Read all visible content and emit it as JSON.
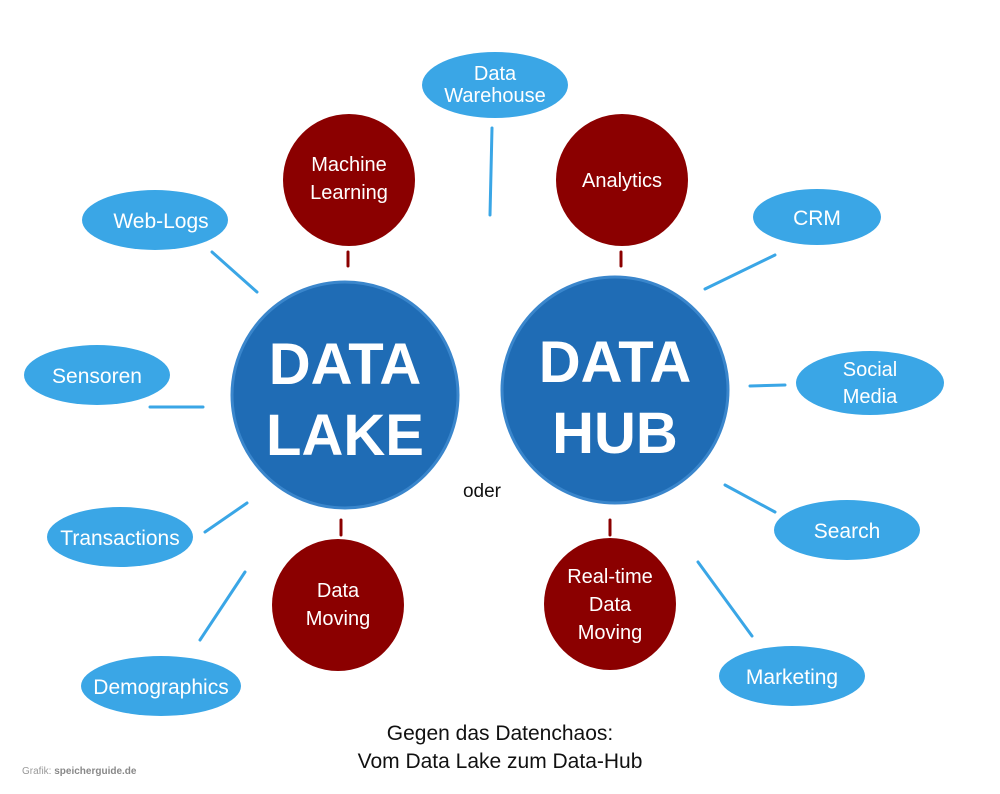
{
  "colors": {
    "main_circle": "#1f6cb5",
    "main_circle_edge": "#3a86cc",
    "red_circle": "#8b0000",
    "blue_oval": "#3aa6e6",
    "blue_line": "#3aa6e6",
    "red_line": "#8b0000",
    "text_light": "#ffffff"
  },
  "main_nodes": {
    "lake": {
      "line1": "DATA",
      "line2": "LAKE"
    },
    "hub": {
      "line1": "DATA",
      "line2": "HUB"
    }
  },
  "connector_word": "oder",
  "red_nodes": {
    "machine_learning": [
      "Machine",
      "Learning"
    ],
    "analytics": [
      "Analytics"
    ],
    "data_moving": [
      "Data",
      "Moving"
    ],
    "realtime_data_moving": [
      "Real-time",
      "Data",
      "Moving"
    ]
  },
  "sources": {
    "data_warehouse": [
      "Data",
      "Warehouse"
    ],
    "web_logs": [
      "Web-Logs"
    ],
    "sensoren": [
      "Sensoren"
    ],
    "transactions": [
      "Transactions"
    ],
    "demographics": [
      "Demographics"
    ],
    "crm": [
      "CRM"
    ],
    "social_media": [
      "Social",
      "Media"
    ],
    "search": [
      "Search"
    ],
    "marketing": [
      "Marketing"
    ]
  },
  "caption": {
    "line1": "Gegen das Datenchaos:",
    "line2": "Vom Data Lake zum Data-Hub"
  },
  "credit": {
    "prefix": "Grafik:",
    "site": "speicherguide.de"
  }
}
